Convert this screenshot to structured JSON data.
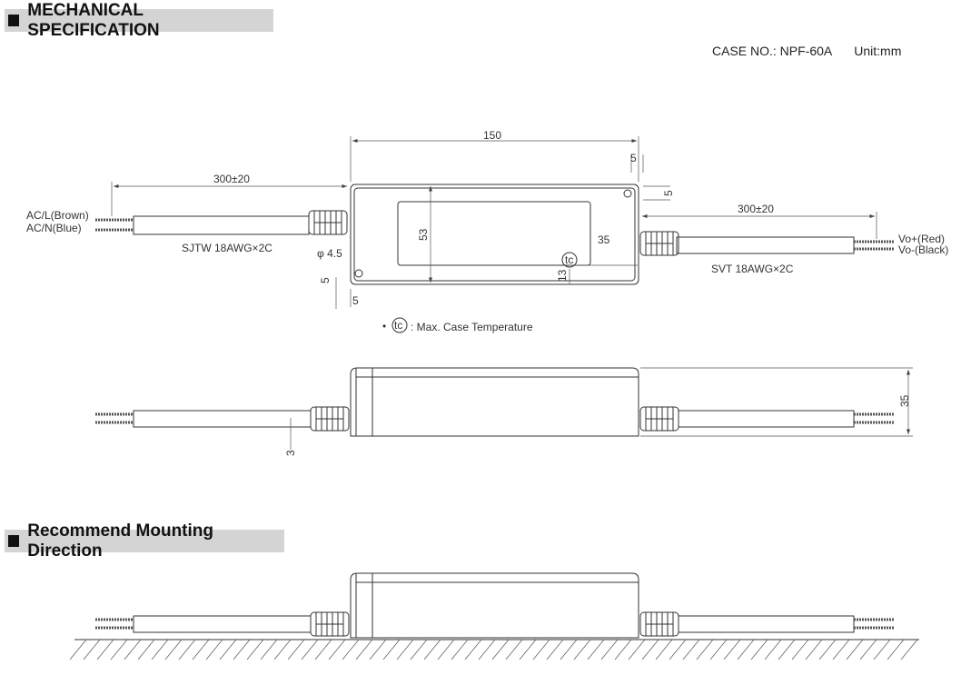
{
  "sections": {
    "mechanical": "MECHANICAL SPECIFICATION",
    "mounting": "Recommend Mounting Direction"
  },
  "case_no": "CASE NO.: NPF-60A",
  "unit": "Unit:mm",
  "dims": {
    "length": "150",
    "cable_left": "300±20",
    "cable_right": "300±20",
    "width": "53",
    "tc_x": "35",
    "tc_y": "13",
    "hole_x": "5",
    "hole_y": "5",
    "hole_x2": "5",
    "hole_y2": "5",
    "hole_dia": "φ 4.5",
    "height": "35",
    "offset": "3"
  },
  "wires": {
    "ac_l": "AC/L(Brown)",
    "ac_n": "AC/N(Blue)",
    "vo_pos": "Vo+(Red)",
    "vo_neg": "Vo-(Black)"
  },
  "cables": {
    "input": "SJTW 18AWG×2C",
    "output": "SVT 18AWG×2C"
  },
  "legend": {
    "tc_symbol": "tc",
    "tc_text": ": Max. Case Temperature"
  }
}
